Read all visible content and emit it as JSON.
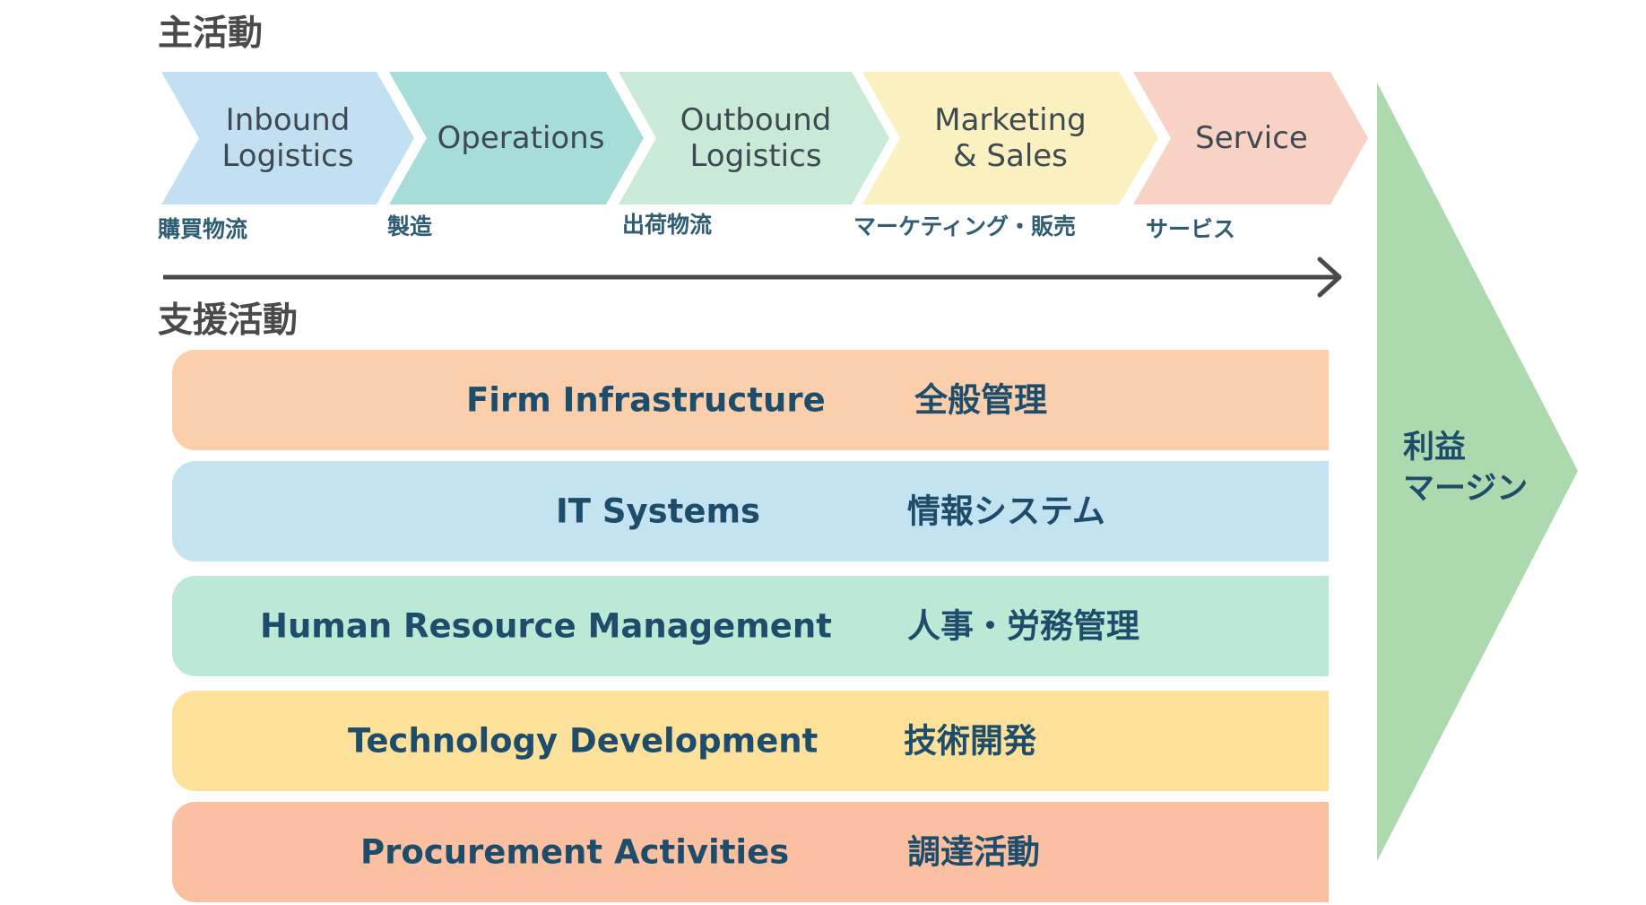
{
  "primary_activities": {
    "title": "主活動",
    "items": [
      {
        "en": "Inbound\nLogistics",
        "jp": "購買物流",
        "color": "#c3e0f2"
      },
      {
        "en": "Operations",
        "jp": "製造",
        "color": "#a7ddd8"
      },
      {
        "en": "Outbound\nLogistics",
        "jp": "出荷物流",
        "color": "#c9ead6"
      },
      {
        "en": "Marketing\n& Sales",
        "jp": "マーケティング・販売",
        "color": "#fbf0bf"
      },
      {
        "en": "Service",
        "jp": "サービス",
        "color": "#f8d3c5"
      }
    ]
  },
  "support_activities": {
    "title": "支援活動",
    "items": [
      {
        "en": "Firm Infrastructure",
        "jp": "全般管理",
        "color": "#fbcfab"
      },
      {
        "en": "IT Systems",
        "jp": "情報システム",
        "color": "#c4e3f1"
      },
      {
        "en": "Human Resource Management",
        "jp": "人事・労務管理",
        "color": "#bce9d6"
      },
      {
        "en": "Technology Development",
        "jp": "技術開発",
        "color": "#fde09a"
      },
      {
        "en": "Procurement Activities",
        "jp": "調達活動",
        "color": "#fbbfa1"
      }
    ]
  },
  "margin": {
    "label": "利益\nマージン",
    "color": "#acd9ad"
  },
  "arrow_color": "#4a4a4a"
}
